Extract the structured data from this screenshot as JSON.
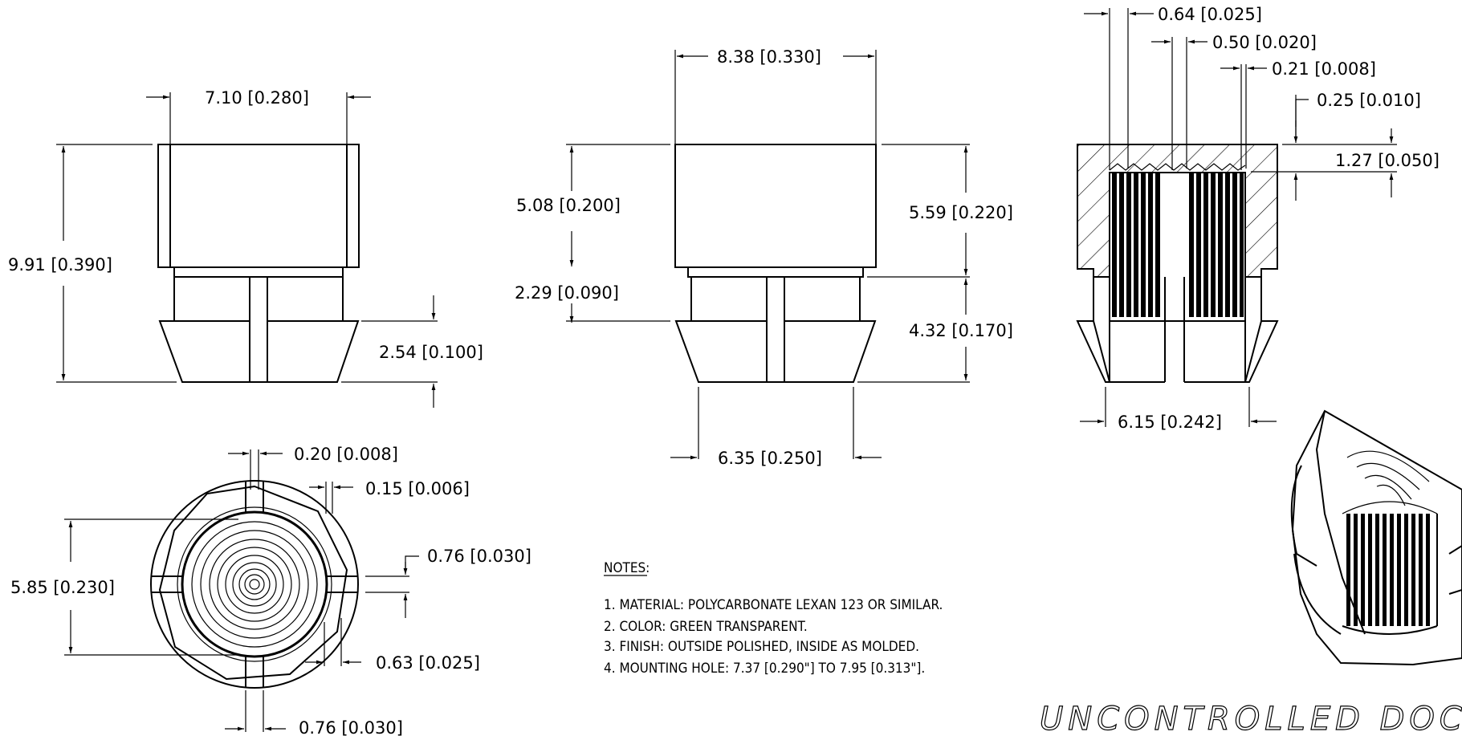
{
  "dims": {
    "side_width": "7.10 [0.280]",
    "side_height": "9.91 [0.390]",
    "side_flange": "2.54 [0.100]",
    "front_width": "8.38 [0.330]",
    "front_body_left": "5.08 [0.200]",
    "front_neck": "2.29 [0.090]",
    "front_body_right": "5.59 [0.220]",
    "front_lower": "4.32 [0.170]",
    "front_base": "6.35 [0.250]",
    "sec_rib1": "0.64 [0.025]",
    "sec_rib2": "0.50 [0.020]",
    "sec_rib3": "0.21 [0.008]",
    "sec_wall": "0.25 [0.010]",
    "sec_depth": "1.27 [0.050]",
    "sec_base": "6.15 [0.242]",
    "top_slot": "0.20 [0.008]",
    "top_tooth": "0.15 [0.006]",
    "top_rib": "0.76 [0.030]",
    "top_dia": "5.85 [0.230]",
    "top_edge": "0.63 [0.025]",
    "top_slot_bottom": "0.76 [0.030]"
  },
  "notes": {
    "heading": "NOTES:",
    "items": [
      "1. MATERIAL: POLYCARBONATE LEXAN 123 OR SIMILAR.",
      "2. COLOR: GREEN TRANSPARENT.",
      "3. FINISH: OUTSIDE POLISHED, INSIDE AS MOLDED.",
      "4. MOUNTING HOLE: 7.37 [0.290\"] TO 7.95 [0.313\"]."
    ]
  },
  "watermark": "UNCONTROLLED DOCUMENT"
}
